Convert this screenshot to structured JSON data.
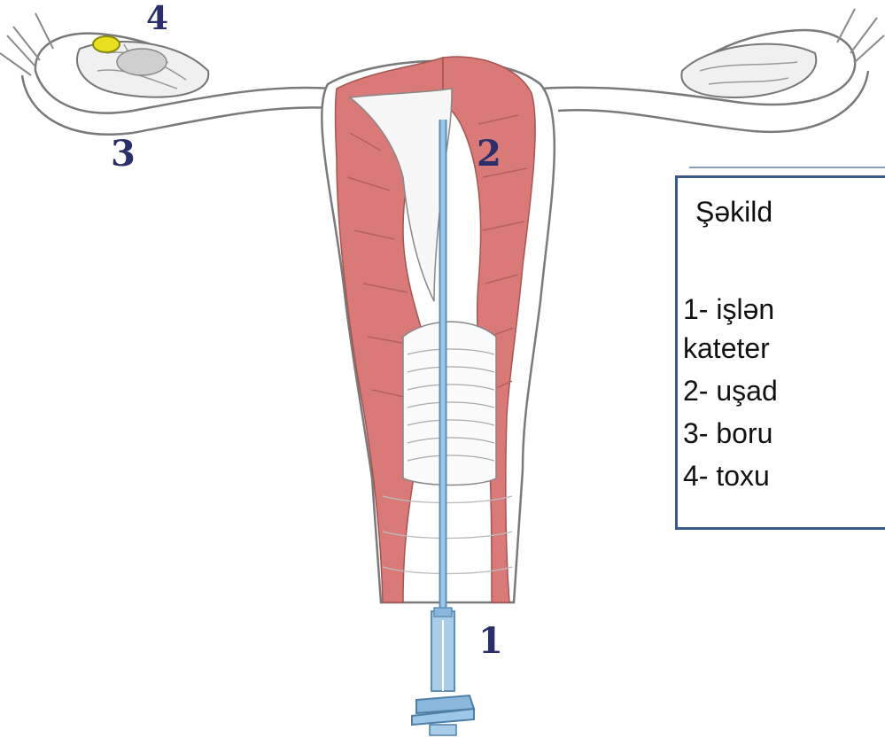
{
  "labels": {
    "n1": "1",
    "n2": "2",
    "n3": "3",
    "n4": "4"
  },
  "legend": {
    "title": "Şəkild",
    "items": [
      "1- işlən",
      "kateter",
      "2- uşad",
      "3- boru",
      "4- toxu"
    ]
  },
  "colors": {
    "muscle": "#d97a78",
    "catheter": "#7fb3d8",
    "outline": "#7a7a7a",
    "ovum": "#e8e020",
    "label_text": "#2a2f6b",
    "legend_border": "#3a5a8a"
  }
}
